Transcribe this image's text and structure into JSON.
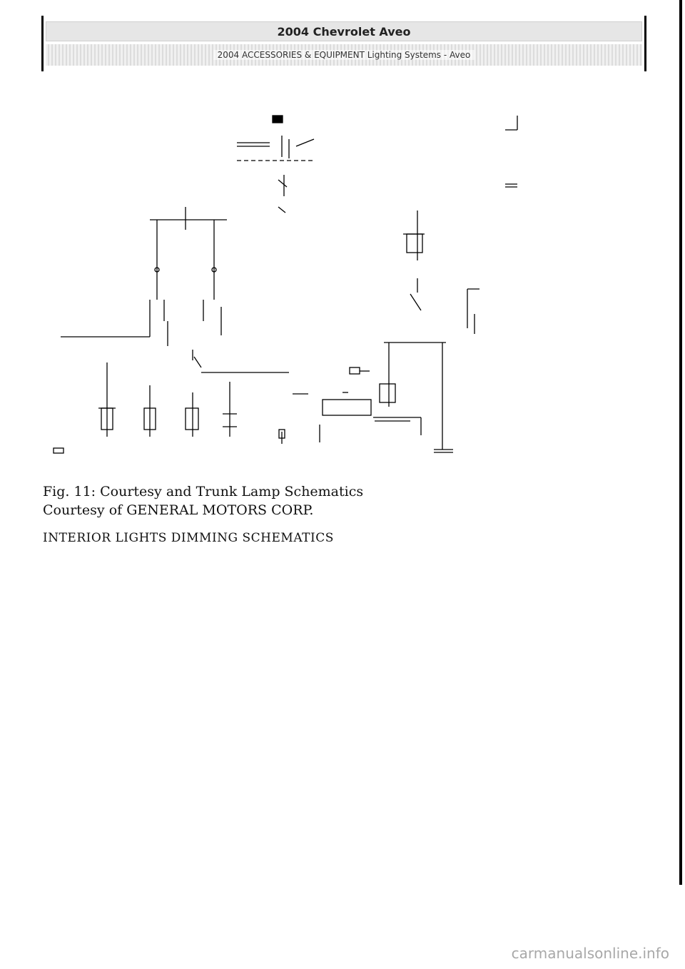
{
  "header": {
    "title": "2004 Chevrolet Aveo",
    "subtitle": "2004 ACCESSORIES & EQUIPMENT Lighting Systems - Aveo"
  },
  "figure": {
    "caption_line1": "Fig. 11: Courtesy and Trunk Lamp Schematics",
    "caption_line2": "Courtesy of GENERAL MOTORS CORP."
  },
  "section": {
    "title": "INTERIOR LIGHTS DIMMING SCHEMATICS"
  },
  "footer": {
    "watermark": "carmanualsonline.info"
  }
}
